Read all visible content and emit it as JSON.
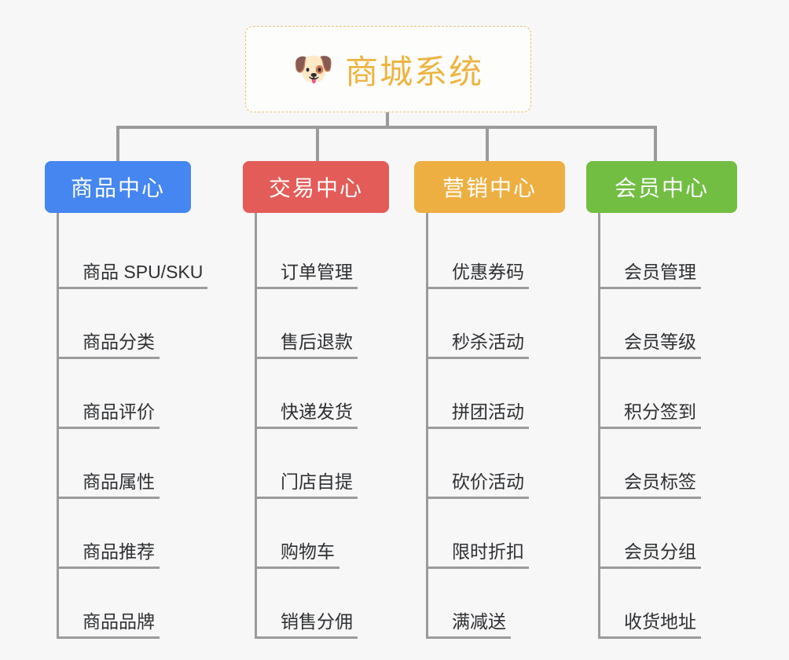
{
  "root": {
    "icon": "shiba-dog-face-emoji",
    "icon_glyph": "🐶",
    "title": "商城系统",
    "title_color": "#edb441",
    "border_color": "#e9c073"
  },
  "connector_color": "#9b9b9b",
  "background_color": "#f7f7f7",
  "columns": [
    {
      "header": "商品中心",
      "color": "#4586f0",
      "width": "narrow",
      "items": [
        "商品 SPU/SKU",
        "商品分类",
        "商品评价",
        "商品属性",
        "商品推荐",
        "商品品牌"
      ]
    },
    {
      "header": "交易中心",
      "color": "#e35c58",
      "width": "narrow",
      "items": [
        "订单管理",
        "售后退款",
        "快递发货",
        "门店自提",
        "购物车",
        "销售分佣"
      ]
    },
    {
      "header": "营销中心",
      "color": "#edaf41",
      "width": "wide",
      "items": [
        "优惠券码",
        "秒杀活动",
        "拼团活动",
        "砍价活动",
        "限时折扣",
        "满减送"
      ]
    },
    {
      "header": "会员中心",
      "color": "#72be43",
      "width": "wide",
      "items": [
        "会员管理",
        "会员等级",
        "积分签到",
        "会员标签",
        "会员分组",
        "收货地址"
      ]
    }
  ]
}
